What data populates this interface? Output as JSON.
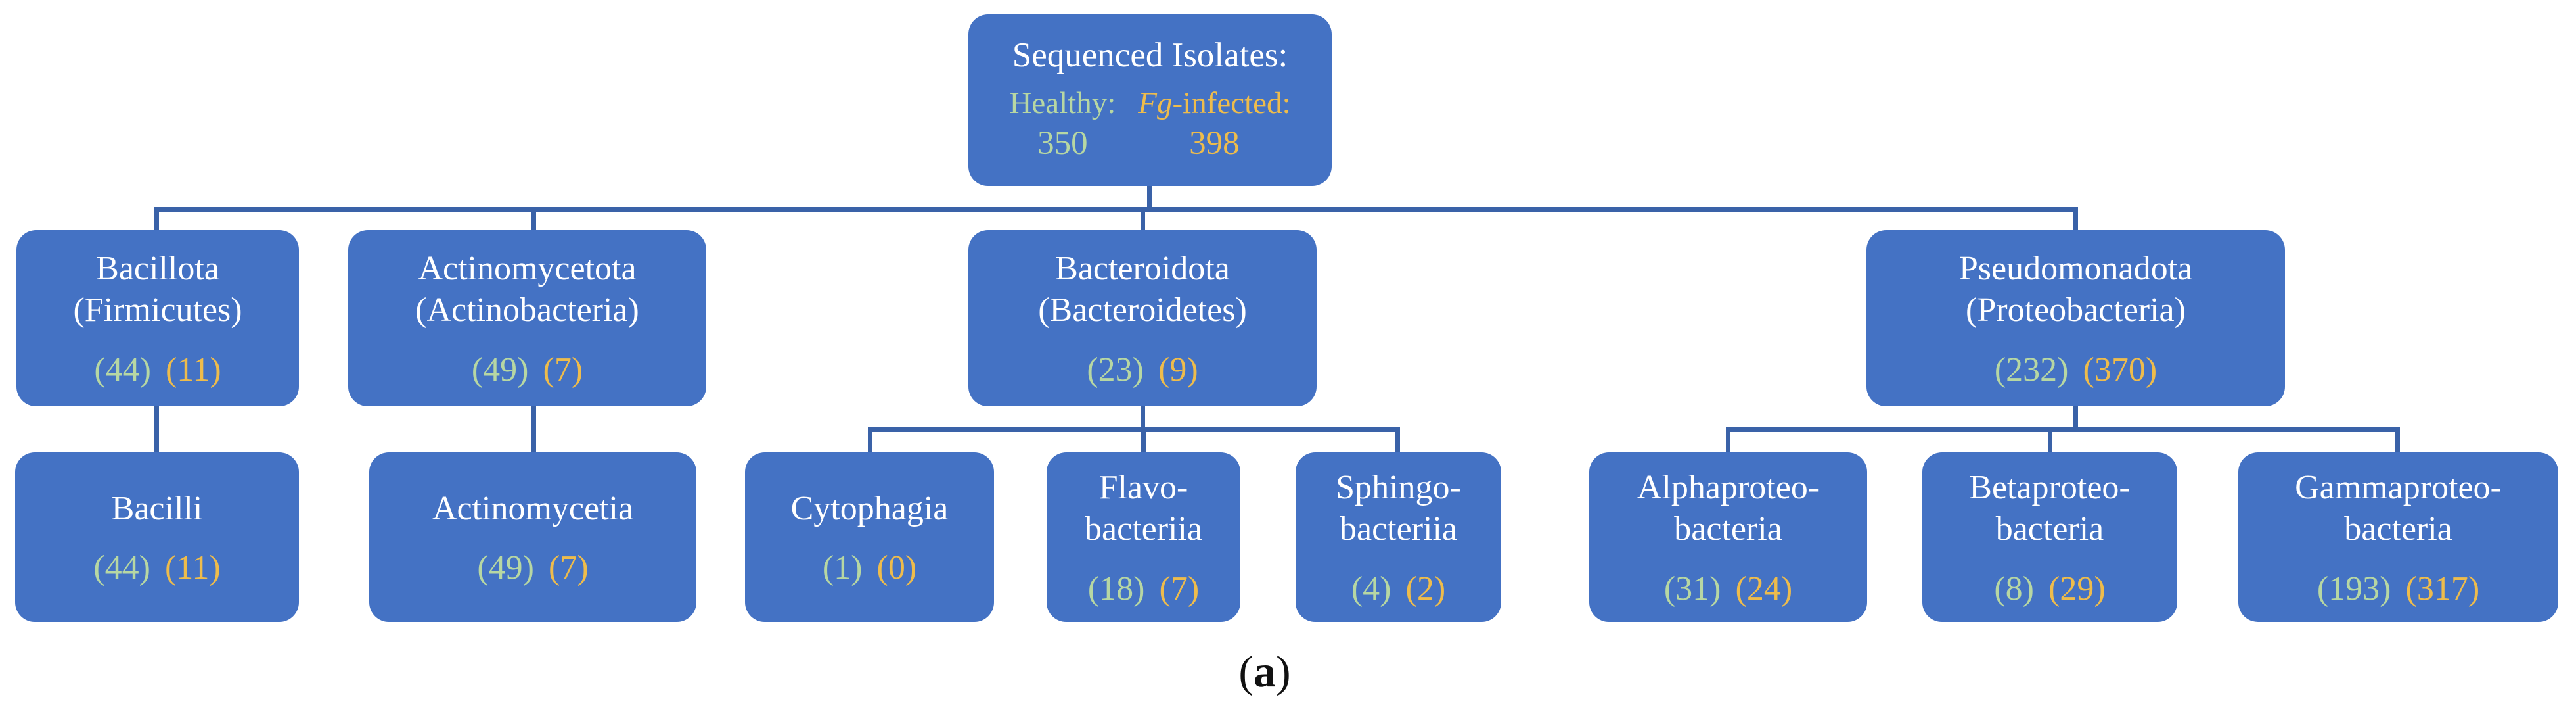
{
  "palette": {
    "box_fill": "#4472C4",
    "connector": "#3A62A8",
    "healthy_color": "#B7D7A3",
    "infected_color": "#EEBC4C",
    "title_color": "#FFFFFF",
    "caption_color": "#111111"
  },
  "root": {
    "title": "Sequenced Isolates:",
    "healthy_label": "Healthy:",
    "infected_label_italic": "Fg",
    "infected_label_rest": "-infected:",
    "healthy_value": "350",
    "infected_value": "398"
  },
  "nodes": {
    "bacillota": {
      "line1": "Bacillota",
      "line2": "(Firmicutes)",
      "healthy": "(44)",
      "infected": "(11)"
    },
    "actinomycetota": {
      "line1": "Actinomycetota",
      "line2": "(Actinobacteria)",
      "healthy": "(49)",
      "infected": "(7)"
    },
    "bacteroidota": {
      "line1": "Bacteroidota",
      "line2": "(Bacteroidetes)",
      "healthy": "(23)",
      "infected": "(9)"
    },
    "pseudomonadota": {
      "line1": "Pseudomonadota",
      "line2": "(Proteobacteria)",
      "healthy": "(232)",
      "infected": "(370)"
    },
    "bacilli": {
      "line1": "Bacilli",
      "healthy": "(44)",
      "infected": "(11)"
    },
    "actinomycetia": {
      "line1": "Actinomycetia",
      "healthy": "(49)",
      "infected": "(7)"
    },
    "cytophagia": {
      "line1": "Cytophagia",
      "healthy": "(1)",
      "infected": "(0)"
    },
    "flavobacteriia": {
      "line1": "Flavo-",
      "line2": "bacteriia",
      "healthy": "(18)",
      "infected": "(7)"
    },
    "sphingobacteriia": {
      "line1": "Sphingo-",
      "line2": "bacteriia",
      "healthy": "(4)",
      "infected": "(2)"
    },
    "alphaproteobacteria": {
      "line1": "Alphaproteo-",
      "line2": "bacteria",
      "healthy": "(31)",
      "infected": "(24)"
    },
    "betaproteobacteria": {
      "line1": "Betaproteo-",
      "line2": "bacteria",
      "healthy": "(8)",
      "infected": "(29)"
    },
    "gammaproteobacteria": {
      "line1": "Gammaproteo-",
      "line2": "bacteria",
      "healthy": "(193)",
      "infected": "(317)"
    }
  },
  "caption": {
    "open": "(",
    "letter": "a",
    "close": ")"
  }
}
